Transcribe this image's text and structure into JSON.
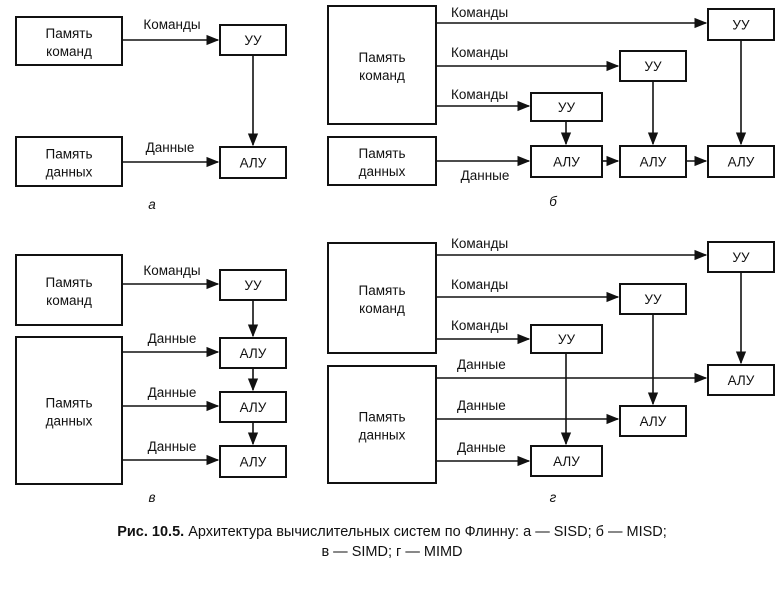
{
  "labels": {
    "instr_mem": [
      "Память",
      "команд"
    ],
    "data_mem": [
      "Память",
      "данных"
    ],
    "cu": "УУ",
    "alu": "АЛУ",
    "commands": "Команды",
    "data": "Данные"
  },
  "panels": {
    "a": "а",
    "b": "б",
    "c": "в",
    "d": "г"
  },
  "caption": {
    "prefix": "Рис. 10.5.",
    "line1": "Архитектура вычислительных систем по Флинну: а — SISD; б — MISD;",
    "line2": "в — SIMD; г — MIMD"
  },
  "colors": {
    "ink": "#111111",
    "background": "#ffffff"
  }
}
